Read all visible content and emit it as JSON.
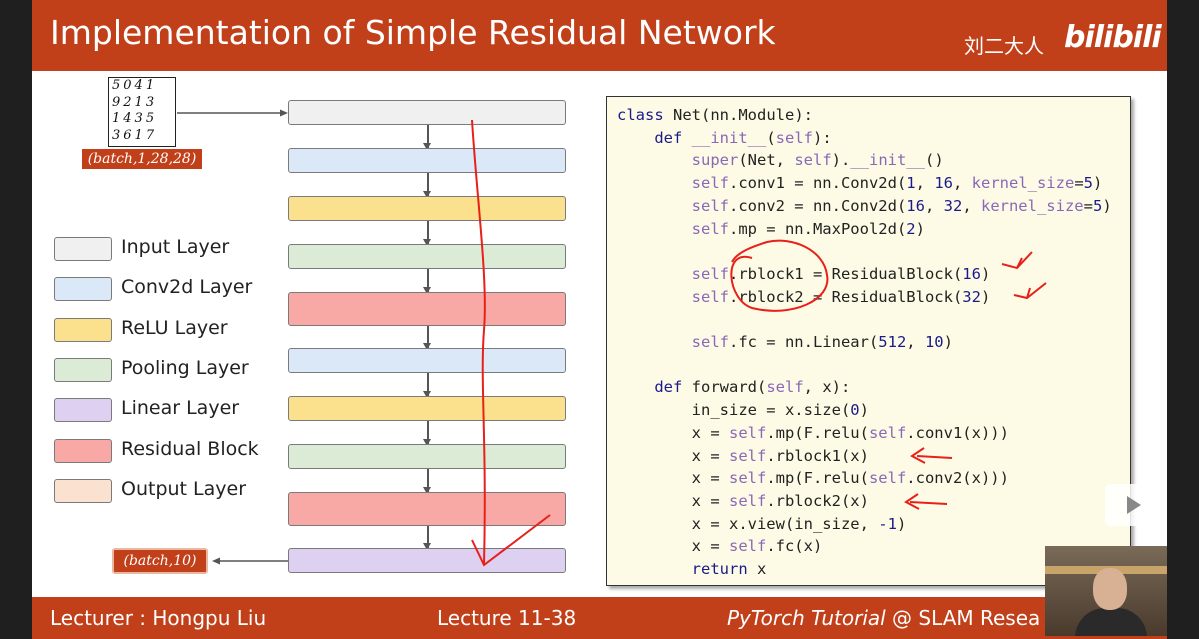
{
  "header": {
    "title": "Implementation of Simple Residual Network",
    "logo_cn": "刘二大人",
    "logo_bili": "bilibili"
  },
  "footer": {
    "lecturer": "Lecturer : Hongpu Liu",
    "lecture": "Lecture 11-38",
    "tutorial_italic": "PyTorch Tutorial",
    "tutorial_rest": " @ SLAM Resea"
  },
  "diagram": {
    "mnist_rows": [
      "5041",
      "9213",
      "1435",
      "3617"
    ],
    "input_shape": "(batch,1,28,28)",
    "output_shape": "(batch,10)",
    "layers": [
      "input",
      "conv2d",
      "relu",
      "pooling",
      "residual",
      "conv2d",
      "relu",
      "pooling",
      "residual",
      "linear"
    ]
  },
  "legend": [
    {
      "key": "input",
      "label": "Input Layer"
    },
    {
      "key": "conv2d",
      "label": "Conv2d Layer"
    },
    {
      "key": "relu",
      "label": "ReLU Layer"
    },
    {
      "key": "pooling",
      "label": "Pooling Layer"
    },
    {
      "key": "linear",
      "label": "Linear Layer"
    },
    {
      "key": "residual",
      "label": "Residual Block"
    },
    {
      "key": "output",
      "label": "Output Layer"
    }
  ],
  "colors": {
    "input": "#f0f0f0",
    "conv2d": "#dbe8f7",
    "relu": "#fbe08e",
    "pooling": "#dcebd6",
    "linear": "#ddd0f0",
    "residual": "#f8a9a6",
    "output": "#fbe1cf",
    "accent": "#c1401a",
    "annotation": "#e8201a"
  },
  "code": [
    "class Net(nn.Module):",
    "    def __init__(self):",
    "        super(Net, self).__init__()",
    "        self.conv1 = nn.Conv2d(1, 16, kernel_size=5)",
    "        self.conv2 = nn.Conv2d(16, 32, kernel_size=5)",
    "        self.mp = nn.MaxPool2d(2)",
    "",
    "        self.rblock1 = ResidualBlock(16)",
    "        self.rblock2 = ResidualBlock(32)",
    "",
    "        self.fc = nn.Linear(512, 10)",
    "",
    "    def forward(self, x):",
    "        in_size = x.size(0)",
    "        x = self.mp(F.relu(self.conv1(x)))",
    "        x = self.rblock1(x)",
    "        x = self.mp(F.relu(self.conv2(x)))",
    "        x = self.rblock2(x)",
    "        x = x.view(in_size, -1)",
    "        x = self.fc(x)",
    "        return x"
  ]
}
